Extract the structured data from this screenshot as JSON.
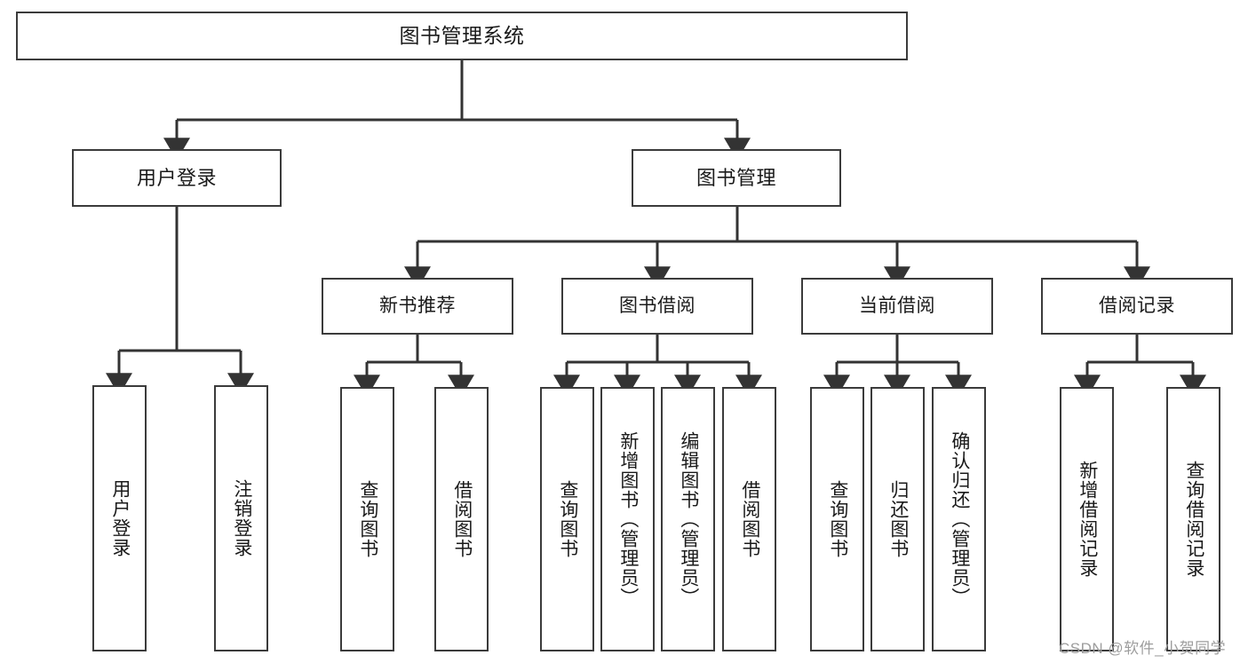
{
  "diagram": {
    "type": "tree-hierarchy",
    "title": "图书管理系统",
    "orientation": "top-down",
    "colors": {
      "box_border": "#3b3b3b",
      "box_fill": "#ffffff",
      "connector": "#333333",
      "text": "#1a1a1a",
      "watermark": "#9d9d9d"
    }
  },
  "nodes": {
    "root": {
      "label": "图书管理系统",
      "level": 1
    },
    "level2": [
      {
        "id": "user-login",
        "label": "用户登录"
      },
      {
        "id": "book-management",
        "label": "图书管理"
      }
    ],
    "level3": [
      {
        "id": "new-book-recommend",
        "label": "新书推荐",
        "parent": "book-management"
      },
      {
        "id": "book-borrow",
        "label": "图书借阅",
        "parent": "book-management"
      },
      {
        "id": "current-borrow",
        "label": "当前借阅",
        "parent": "book-management"
      },
      {
        "id": "borrow-record",
        "label": "借阅记录",
        "parent": "book-management"
      }
    ],
    "leaves": [
      {
        "id": "leaf-user-login",
        "label": "用户登录",
        "parent": "user-login"
      },
      {
        "id": "leaf-logout-login",
        "label": "注销登录",
        "parent": "user-login"
      },
      {
        "id": "leaf-query-book-1",
        "label": "查询图书",
        "parent": "new-book-recommend"
      },
      {
        "id": "leaf-borrow-book-1",
        "label": "借阅图书",
        "parent": "new-book-recommend"
      },
      {
        "id": "leaf-query-book-2",
        "label": "查询图书",
        "parent": "book-borrow"
      },
      {
        "id": "leaf-add-book",
        "label": "新增图书（管理员）",
        "parent": "book-borrow"
      },
      {
        "id": "leaf-edit-book",
        "label": "编辑图书（管理员）",
        "parent": "book-borrow"
      },
      {
        "id": "leaf-borrow-book-2",
        "label": "借阅图书",
        "parent": "book-borrow"
      },
      {
        "id": "leaf-query-book-3",
        "label": "查询图书",
        "parent": "current-borrow"
      },
      {
        "id": "leaf-return-book",
        "label": "归还图书",
        "parent": "current-borrow"
      },
      {
        "id": "leaf-confirm-return",
        "label": "确认归还（管理员）",
        "parent": "current-borrow"
      },
      {
        "id": "leaf-add-record",
        "label": "新增借阅记录",
        "parent": "borrow-record"
      },
      {
        "id": "leaf-query-record",
        "label": "查询借阅记录",
        "parent": "borrow-record"
      }
    ]
  },
  "watermark": {
    "text": "CSDN @软件_小贺同学"
  }
}
